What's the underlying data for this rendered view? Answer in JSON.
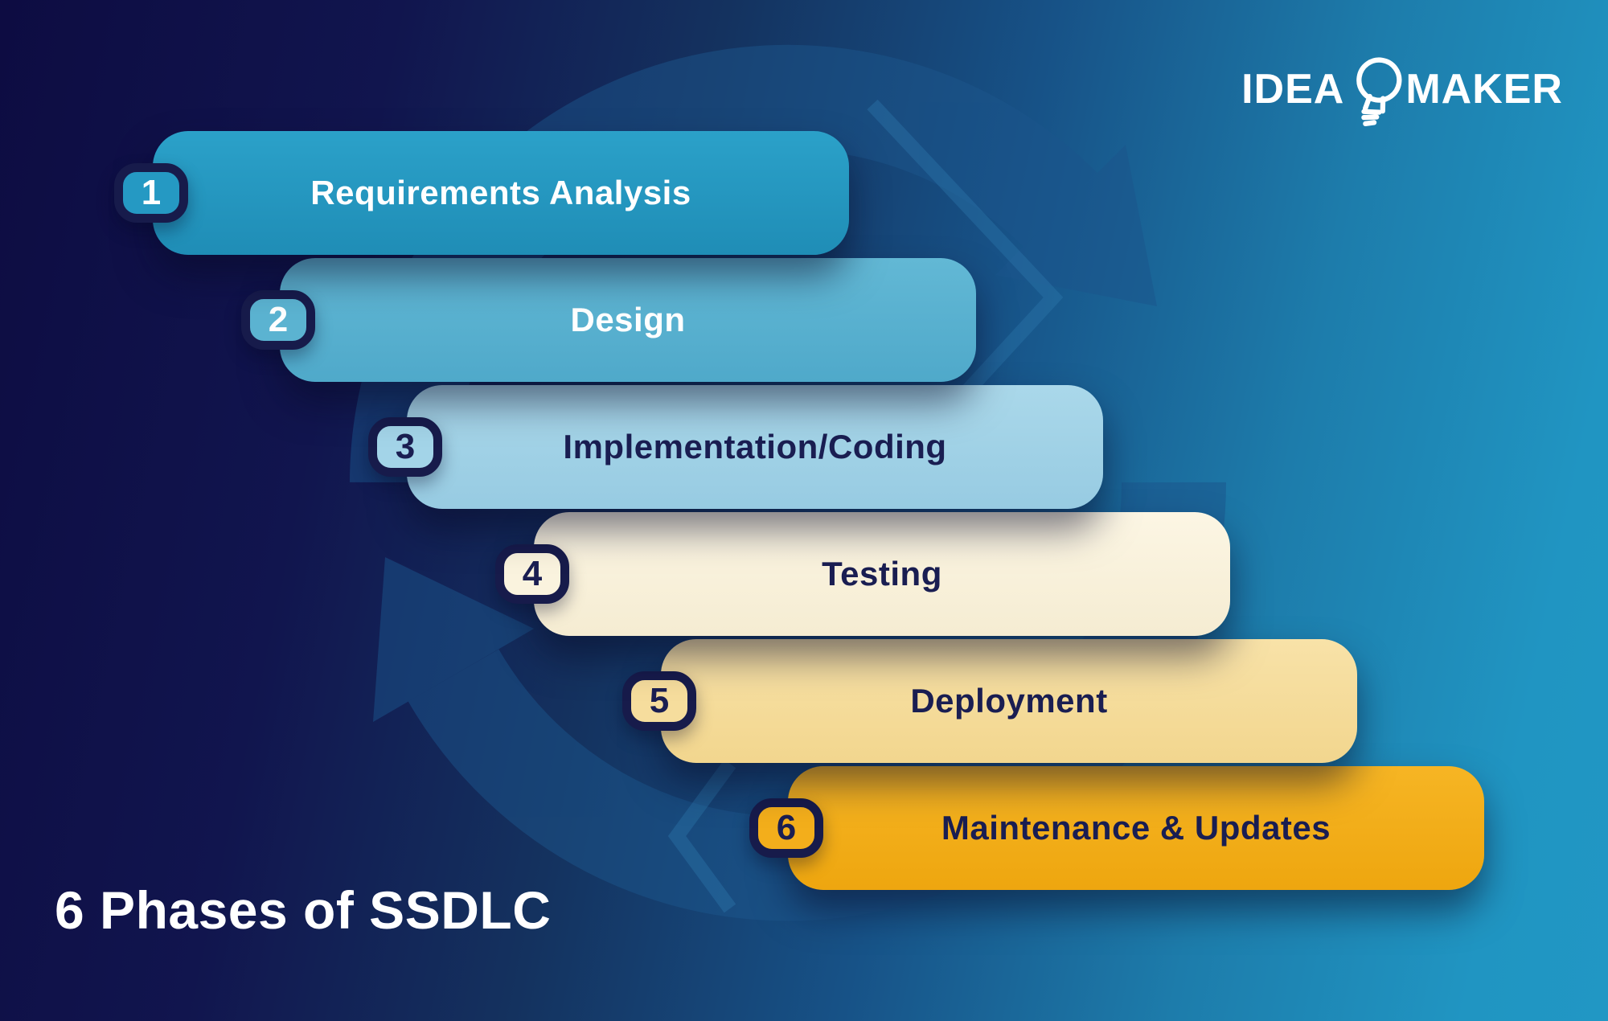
{
  "title": "6 Phases of SSDLC",
  "logo": {
    "word_left": "IDEA",
    "word_right": "MAKER",
    "icon": "lightbulb-icon"
  },
  "phases": [
    {
      "number": "1",
      "label": "Requirements Analysis",
      "color_top": "#2ba1c9",
      "color_bottom": "#1f8db6",
      "badge_fill": "#2599c3",
      "text_color": "#ffffff"
    },
    {
      "number": "2",
      "label": "Design",
      "color_top": "#62b8d5",
      "color_bottom": "#4fa9ca",
      "badge_fill": "#5bb3d1",
      "text_color": "#ffffff"
    },
    {
      "number": "3",
      "label": "Implementation/Coding",
      "color_top": "#aad8ea",
      "color_bottom": "#97cbe2",
      "badge_fill": "#a3d4e8",
      "text_color": "#1a1e52"
    },
    {
      "number": "4",
      "label": "Testing",
      "color_top": "#fcf6e4",
      "color_bottom": "#f5ecd2",
      "badge_fill": "#faf3de",
      "text_color": "#1a1e52"
    },
    {
      "number": "5",
      "label": "Deployment",
      "color_top": "#f8e2a8",
      "color_bottom": "#f2d68e",
      "badge_fill": "#f6dd9d",
      "text_color": "#1a1e52"
    },
    {
      "number": "6",
      "label": "Maintenance & Updates",
      "color_top": "#f6b524",
      "color_bottom": "#eea60f",
      "badge_fill": "#f3ae1b",
      "text_color": "#1a1e52"
    }
  ],
  "colors": {
    "badge_border": "#171b4b",
    "navy_text": "#1a1e52",
    "background_dark": "#0d0c42",
    "background_bright": "#2197c4",
    "watermark_arrow": "#1b558c",
    "logo_white": "#ffffff"
  }
}
